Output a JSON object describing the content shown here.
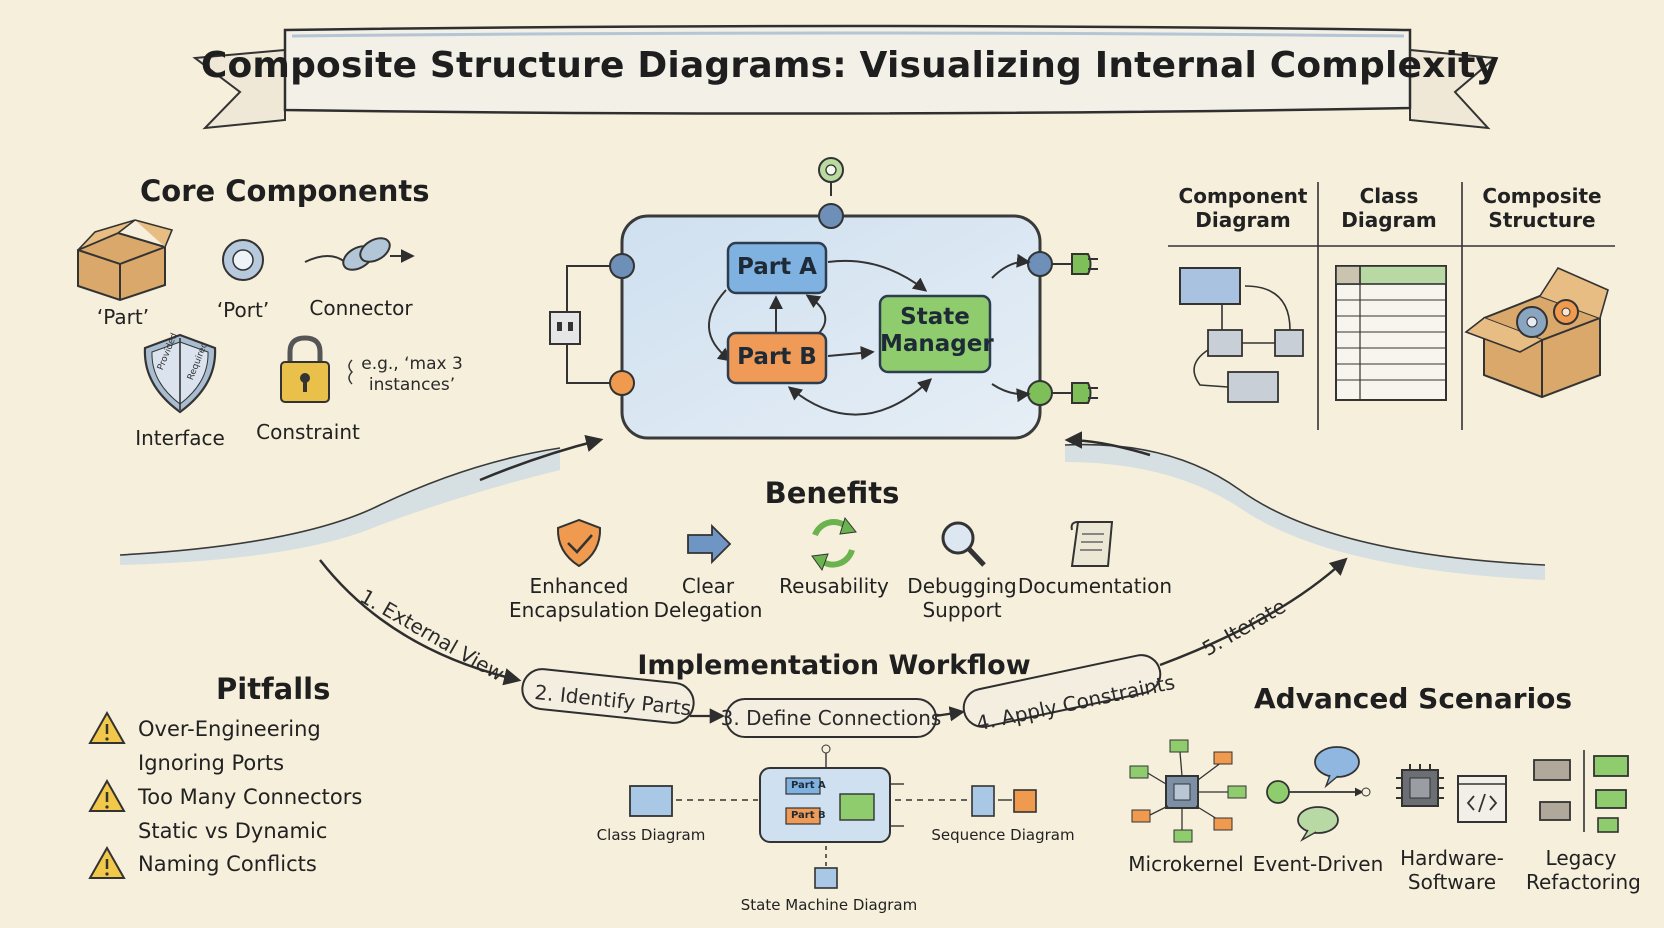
{
  "title": "Composite Structure Diagrams: Visualizing Internal Complexity",
  "colors": {
    "background": "#f6efdc",
    "part_a": "#7fb2e0",
    "part_b": "#f09a57",
    "state_manager": "#8fcc6e",
    "port_blue": "#6d8fb8",
    "port_orange": "#ef9a4e",
    "port_green": "#7fbf5a",
    "warning": "#f2c84b"
  },
  "core_components": {
    "heading": "Core Components",
    "part": "‘Part’",
    "port": "‘Port’",
    "connector": "Connector",
    "interface": "Interface",
    "interface_provided": "Provided",
    "interface_required": "Required",
    "constraint": "Constraint",
    "constraint_example": "e.g., ‘max 3 instances’"
  },
  "main_diagram": {
    "part_a": "Part A",
    "part_b": "Part B",
    "state_manager": "State Manager"
  },
  "comparison": {
    "columns": [
      "Component Diagram",
      "Class Diagram",
      "Composite Structure"
    ]
  },
  "benefits": {
    "heading": "Benefits",
    "items": [
      {
        "label": "Enhanced Encapsulation",
        "icon": "shield-check-icon"
      },
      {
        "label": "Clear Delegation",
        "icon": "arrow-right-icon"
      },
      {
        "label": "Reusability",
        "icon": "recycle-icon"
      },
      {
        "label": "Debugging Support",
        "icon": "magnifier-icon"
      },
      {
        "label": "Documentation",
        "icon": "scroll-icon"
      }
    ]
  },
  "workflow": {
    "heading": "Implementation Workflow",
    "steps": [
      "1. External View",
      "2. Identify Parts",
      "3. Define Connections",
      "4. Apply Constraints",
      "5. Iterate"
    ],
    "related": {
      "class_diagram": "Class Diagram",
      "sequence_diagram": "Sequence Diagram",
      "state_machine": "State Machine Diagram",
      "mini_part_a": "Part A",
      "mini_part_b": "Part B"
    }
  },
  "pitfalls": {
    "heading": "Pitfalls",
    "items": [
      "Over-Engineering",
      "Ignoring Ports",
      "Too Many Connectors",
      "Static vs Dynamic",
      "Naming Conflicts"
    ]
  },
  "advanced": {
    "heading": "Advanced Scenarios",
    "items": [
      "Microkernel",
      "Event-Driven",
      "Hardware-Software",
      "Legacy Refactoring"
    ]
  }
}
